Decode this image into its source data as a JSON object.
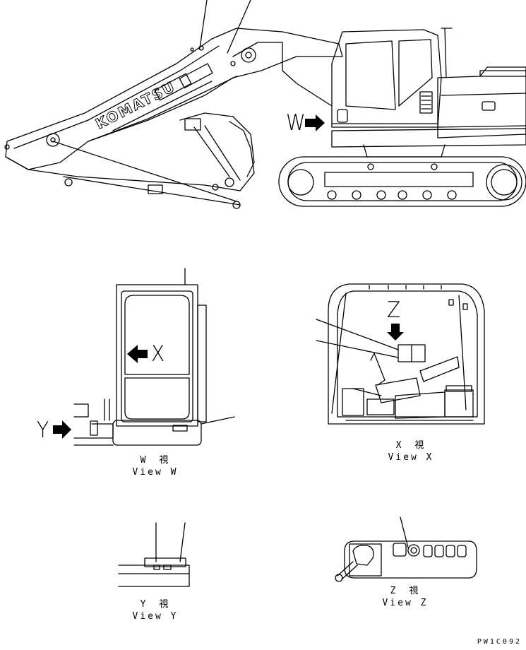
{
  "labels": {
    "arrow_w": "W",
    "arrow_x": "X",
    "arrow_y": "Y",
    "arrow_z": "Z",
    "brand": "KOMATSU"
  },
  "captions": {
    "view_w_jp": "W　視",
    "view_w": "View W",
    "view_x_jp": "X　視",
    "view_x": "View X",
    "view_y_jp": "Y　視",
    "view_y": "View Y",
    "view_z_jp": "Z　視",
    "view_z": "View Z"
  },
  "drawing_code": "PW1C092"
}
